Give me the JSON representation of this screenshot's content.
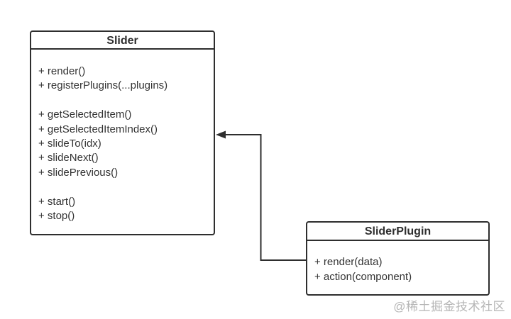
{
  "diagram": {
    "classes": [
      {
        "title": "Slider",
        "lines": [
          "+ render()",
          "+ registerPlugins(...plugins)",
          "",
          "+ getSelectedItem()",
          "+ getSelectedItemIndex()",
          "+ slideTo(idx)",
          "+ slideNext()",
          "+ slidePrevious()",
          "",
          "+ start()",
          "+ stop()"
        ]
      },
      {
        "title": "SliderPlugin",
        "lines": [
          "+ render(data)",
          "+ action(component)"
        ]
      }
    ],
    "connector": {
      "from": "SliderPlugin",
      "to": "Slider",
      "style": "elbow-arrow-filled-head"
    }
  },
  "watermark": {
    "text": "@稀土掘金技术社区"
  },
  "colors": {
    "line": "#2e2e2e",
    "text": "#333333",
    "watermark": "#b6b6b6",
    "background": "#ffffff"
  }
}
